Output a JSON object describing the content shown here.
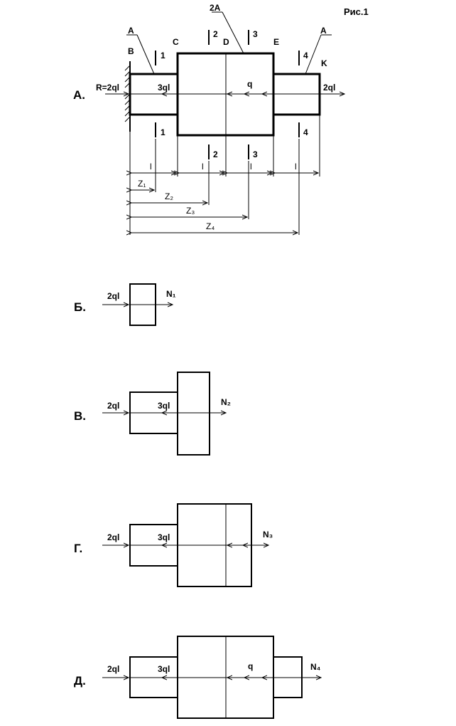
{
  "figure_title": "Рис.1",
  "panels": {
    "A": {
      "letter": "А.",
      "reaction": "R=2ql",
      "force_3ql": "3ql",
      "load_q": "q",
      "force_end": "2ql",
      "area_small_left": "A",
      "area_big": "2A",
      "area_small_right": "A",
      "point_B": "B",
      "point_C": "C",
      "point_D": "D",
      "point_E": "E",
      "point_K": "K",
      "sections": [
        "1",
        "2",
        "3",
        "4"
      ],
      "segment_lengths": [
        "l",
        "l",
        "l",
        "l"
      ],
      "coords": [
        "Z₁",
        "Z₂",
        "Z₃",
        "Z₄"
      ]
    },
    "B": {
      "letter": "Б.",
      "force": "2ql",
      "normal": "N₁"
    },
    "V": {
      "letter": "В.",
      "force": "2ql",
      "force_3ql": "3ql",
      "normal": "N₂"
    },
    "G": {
      "letter": "Г.",
      "force": "2ql",
      "force_3ql": "3ql",
      "normal": "N₃"
    },
    "D": {
      "letter": "Д.",
      "force": "2ql",
      "force_3ql": "3ql",
      "load_q": "q",
      "normal": "N₄"
    }
  }
}
